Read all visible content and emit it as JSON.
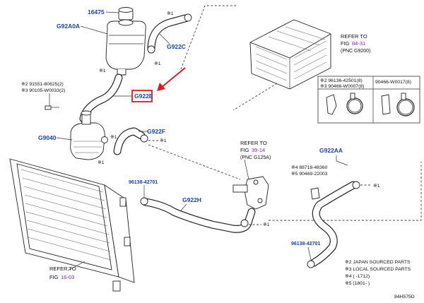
{
  "labels": {
    "p16475": "16475",
    "g92a0a": "G92A0A",
    "g922c": "G922C",
    "g922e": "G922E",
    "g922f": "G922F",
    "g9040": "G9040",
    "g922h": "G922H",
    "g922aa": "G922AA",
    "note_a1": "※2 91551-80625(2)",
    "note_a2": "※3 90105-W0033(2)",
    "note_b1": "※2 96136-42501(8)",
    "note_b2": "※3 90466-W0007(8)",
    "note_c": "90466-W0017(8)",
    "p96138_top": "96138-42701",
    "p96138_bottom": "96138-42701",
    "note_d1": "※4 88718-48360",
    "note_d2": "※5 90469-22003",
    "ref_inv_l1": "REFER TO",
    "ref_inv_fig": "FIG",
    "ref_inv_num": "84-31",
    "ref_inv_pnc": "(PNC G9200)",
    "ref_mid_l1": "REFER TO",
    "ref_mid_fig": "FIG",
    "ref_mid_num": "39-14",
    "ref_mid_pnc": "(PNC G125A)",
    "ref_bot_l1": "REFER TO",
    "ref_bot_fig": "FIG",
    "ref_bot_num": "16-03",
    "mark_1": "※1",
    "legend_1": "※2 JAPAN SOURCED PARTS",
    "legend_2": "※3 LOCAL SOURCED PARTS",
    "legend_3": "※4 (      -1712)",
    "legend_4": "※5 (1801-      )",
    "diagram_id": "84H575D"
  },
  "colors": {
    "part_code": "#1d3fa6",
    "reference": "#7a22c8",
    "highlight": "#e01b1b"
  },
  "highlight_target": "G922E"
}
